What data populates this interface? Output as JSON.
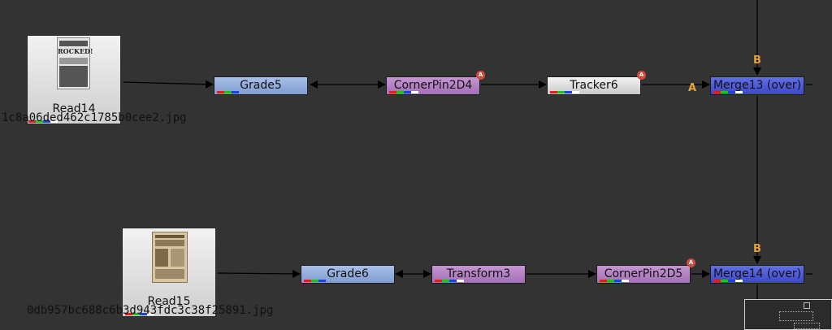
{
  "nodes": {
    "read14": {
      "label": "Read14",
      "file": "1c8a06ded462c1785b0cee2.jpg",
      "thumb_text": "ROCKED!"
    },
    "read15": {
      "label": "Read15",
      "file": "0db957bc688c6b3d943fdc3c38f25891.jpg"
    },
    "grade5": {
      "label": "Grade5"
    },
    "cornerpin4": {
      "label": "CornerPin2D4",
      "badge": "A"
    },
    "tracker6": {
      "label": "Tracker6",
      "badge": "A"
    },
    "merge13": {
      "label": "Merge13 (over)",
      "input_a": "A",
      "input_b": "B"
    },
    "grade6": {
      "label": "Grade6"
    },
    "transform3": {
      "label": "Transform3"
    },
    "cornerpin5": {
      "label": "CornerPin2D5",
      "badge": "A"
    },
    "merge14": {
      "label": "Merge14 (over)",
      "input_b": "B"
    }
  },
  "colors": {
    "background": "#333333",
    "grade": "#8fa9db",
    "cornerpin": "#b27fc4",
    "tracker": "#e0e0e0",
    "merge": "#4b56d6",
    "badge": "#d24a3c",
    "input_label": "#e8a23a",
    "channel_red": "#e02020",
    "channel_green": "#20c020",
    "channel_blue": "#2040e0"
  }
}
